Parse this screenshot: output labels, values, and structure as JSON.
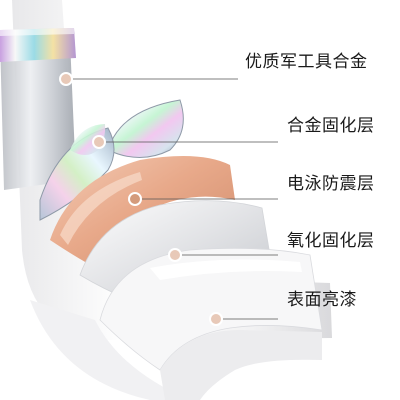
{
  "layers": [
    {
      "label": "优质军工具合金"
    },
    {
      "label": "合金固化层"
    },
    {
      "label": "电泳防震层"
    },
    {
      "label": "氧化固化层"
    },
    {
      "label": "表面亮漆"
    }
  ]
}
